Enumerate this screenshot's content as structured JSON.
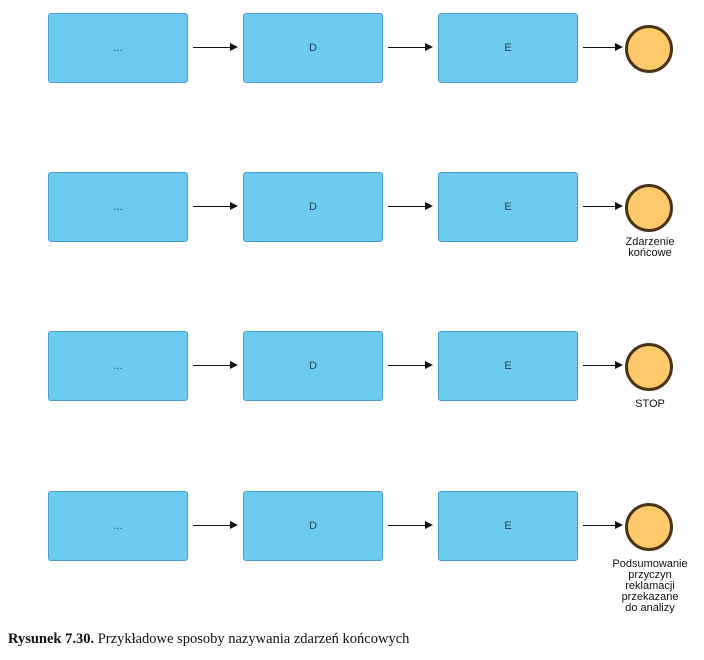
{
  "rows": [
    {
      "box1": "...",
      "box2": "D",
      "box3": "E",
      "end_label": ""
    },
    {
      "box1": "...",
      "box2": "D",
      "box3": "E",
      "end_label": "Zdarzenie\nkońcowe"
    },
    {
      "box1": "...",
      "box2": "D",
      "box3": "E",
      "end_label": "STOP"
    },
    {
      "box1": "...",
      "box2": "D",
      "box3": "E",
      "end_label": "Podsumowanie\nprzyczyn\nreklamacji\nprzekazane\ndo analizy"
    }
  ],
  "caption": {
    "number": "Rysunek 7.30.",
    "text": " Przykładowe sposoby nazywania zdarzeń końcowych"
  },
  "colors": {
    "task_fill": "#6ccbee",
    "task_border": "#4a9ec8",
    "end_event_fill": "#fec96a",
    "end_event_border": "#4a3418"
  }
}
